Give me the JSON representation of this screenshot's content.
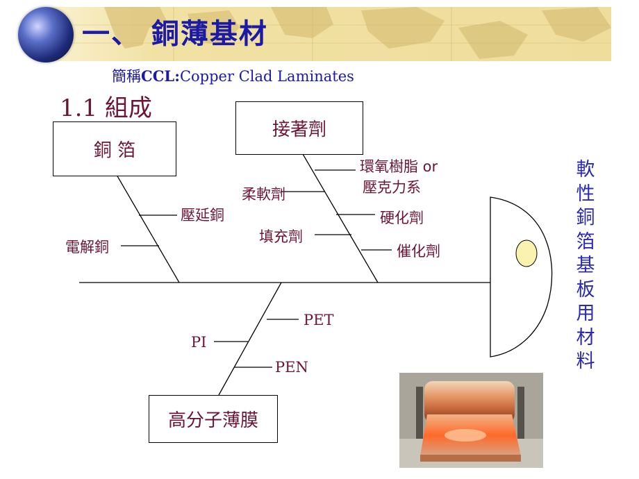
{
  "header": {
    "title": "一、 銅薄基材",
    "subtitle_prefix": "簡稱",
    "subtitle_bold": "CCL:",
    "subtitle_rest": "Copper Clad Laminates"
  },
  "section_title": "1.1 組成",
  "diagram": {
    "target": "軟性銅箔基板用材料",
    "copper_foil": {
      "label": "銅 箔",
      "items": [
        "壓延銅",
        "電解銅"
      ]
    },
    "adhesive": {
      "label": "接著劑",
      "items_left": [
        "柔軟劑",
        "填充劑"
      ],
      "items_right": [
        "環氧樹脂 or",
        "壓克力系",
        "硬化劑",
        "催化劑"
      ]
    },
    "polymer_film": {
      "label": "高分子薄膜",
      "items": [
        "PET",
        "PI",
        "PEN"
      ]
    }
  },
  "colors": {
    "title": "#1a1aa6",
    "label": "#6b1433",
    "target": "#2a2ab0",
    "banner": "#f1e1a3"
  }
}
